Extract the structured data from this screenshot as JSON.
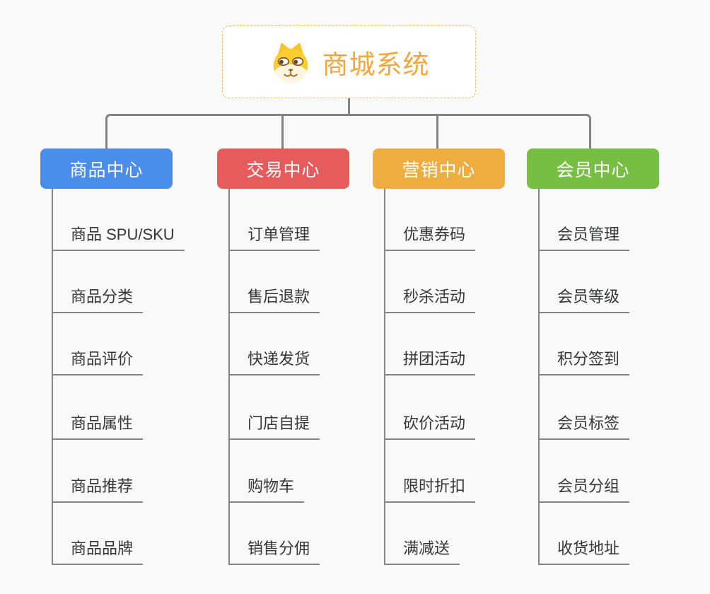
{
  "background_color": "#F9F9F9",
  "connector_color": "#828282",
  "child_text_color": "#35363A",
  "root": {
    "title": "商城系统",
    "icon": "dog-face-icon",
    "title_color": "#F0A73E",
    "border_color": "#F2BB66"
  },
  "branches": [
    {
      "id": "product-center",
      "label": "商品中心",
      "color": "#4A8DEA",
      "children": [
        "商品 SPU/SKU",
        "商品分类",
        "商品评价",
        "商品属性",
        "商品推荐",
        "商品品牌"
      ]
    },
    {
      "id": "trade-center",
      "label": "交易中心",
      "color": "#E65C5C",
      "children": [
        "订单管理",
        "售后退款",
        "快递发货",
        "门店自提",
        "购物车",
        "销售分佣"
      ]
    },
    {
      "id": "marketing-center",
      "label": "营销中心",
      "color": "#EDAD41",
      "children": [
        "优惠券码",
        "秒杀活动",
        "拼团活动",
        "砍价活动",
        "限时折扣",
        "满减送"
      ]
    },
    {
      "id": "member-center",
      "label": "会员中心",
      "color": "#76BF43",
      "children": [
        "会员管理",
        "会员等级",
        "积分签到",
        "会员标签",
        "会员分组",
        "收货地址"
      ]
    }
  ]
}
